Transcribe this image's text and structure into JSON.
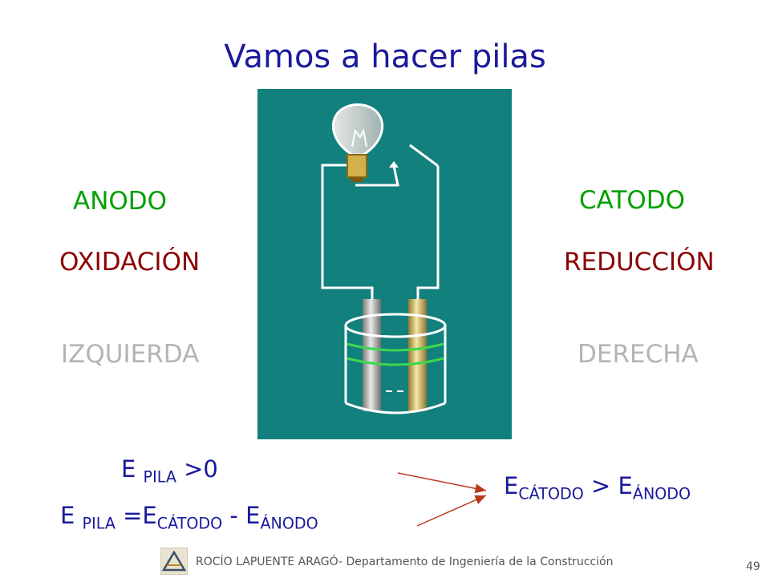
{
  "title": "Vamos a hacer pilas",
  "left": {
    "electrode": "ANODO",
    "process": "OXIDACIÓN",
    "side": "IZQUIERDA"
  },
  "right": {
    "electrode": "CATODO",
    "process": "REDUCCIÓN",
    "side": "DERECHA"
  },
  "equations": {
    "cond": {
      "e": "E",
      "pila": "PILA",
      "rest": ">0"
    },
    "formula": {
      "e": "E",
      "pila": "PILA",
      "eq": "=E",
      "cat": "CÁTODO",
      "minus": " - E",
      "an": "ÁNODO"
    },
    "compare": {
      "e1": "E",
      "cat": "CÁTODO",
      "gt": " > E",
      "an": "ÁNODO"
    }
  },
  "footer": {
    "text": "ROCÍO LAPUENTE ARAGÓ- Departamento de Ingeniería de la Construcción",
    "page": "49"
  },
  "colors": {
    "title": "#1a1a9c",
    "anode_cathode": "#00a000",
    "process": "#8b0000",
    "side": "#b4b4b4",
    "scene_bg": "#12807d",
    "arrow": "#b83a1c"
  }
}
